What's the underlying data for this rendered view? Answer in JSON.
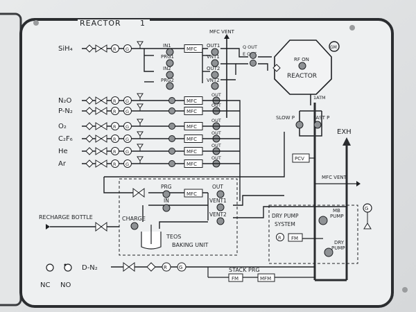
{
  "panel": {
    "title": "REACTOR",
    "number": "1",
    "gm_badge": "GM"
  },
  "header": {
    "mfc_vent": "MFC VENT"
  },
  "gases": [
    {
      "name": "SiH₄"
    },
    {
      "name": "N₂O"
    },
    {
      "name": "P-N₂"
    },
    {
      "name": "O₂"
    },
    {
      "name": "C₂F₆"
    },
    {
      "name": "He"
    },
    {
      "name": "Ar"
    }
  ],
  "valve_labels": {
    "in1": "IN1",
    "prg1": "PRG1",
    "in2": "IN2",
    "prg2": "PRG2",
    "out1": "OUT1",
    "vnt1": "VNT1",
    "out2": "OUT2",
    "vnt2": "VNT2",
    "out": "OUT",
    "q_out": "Q OUT",
    "e_out": "E OUT",
    "mfc": "MFC",
    "r": "R",
    "g": "G"
  },
  "reactor": {
    "label": "REACTOR",
    "rf_on": "RF ON",
    "atm": "1ATM",
    "slow_p": "SLOW P",
    "fast_p": "FAST P",
    "exh": "EXH",
    "pcv": "PCV",
    "mfc_vent": "MFC VENT"
  },
  "teos": {
    "prg": "PRG",
    "in": "IN",
    "out": "OUT",
    "vent1": "VENT1",
    "vent2": "VENT2",
    "charge": "CHARGE",
    "recharge": "RECHARGE BOTTLE",
    "unit1": "TEOS",
    "unit2": "BAKING UNIT"
  },
  "dry_pump": {
    "title1": "DRY PUMP",
    "title2": "SYSTEM",
    "mb1": "MB",
    "mb2": "PUMP",
    "dry1": "DRY",
    "dry2": "PUMP",
    "fm": "FM",
    "r": "R",
    "g": "G"
  },
  "bottom": {
    "dn2": "D-N₂",
    "stack_prg": "STACK PRG",
    "fm": "FM",
    "mfm": "MFM",
    "nc": "NC",
    "no": "NO"
  }
}
